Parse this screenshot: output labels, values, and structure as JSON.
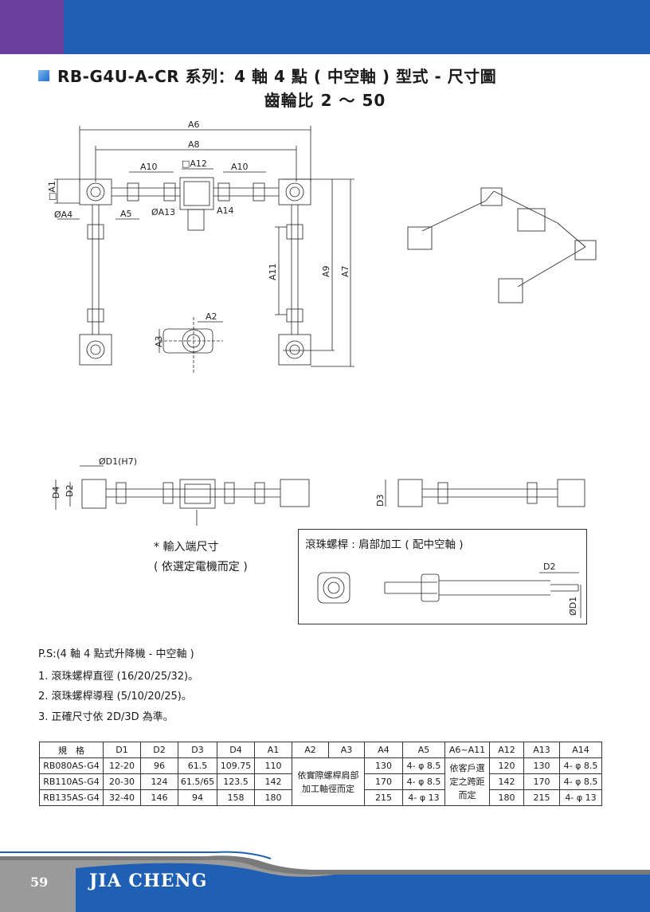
{
  "header": {
    "colors": {
      "blue": "#1f5fb4",
      "purple": "#6a3fa0"
    }
  },
  "title": "RB-G4U-A-CR 系列：4 軸 4 點 ( 中空軸 ) 型式 - 尺寸圖",
  "subtitle": "齒輪比 2 ～ 50",
  "top_dims": {
    "A6": "A6",
    "A8": "A8",
    "A10_left": "A10",
    "A12": "□A12",
    "A10_right": "A10",
    "A1": "□A1",
    "A4": "ØA4",
    "A5": "A5",
    "A13": "ØA13",
    "A14": "A14",
    "A11": "A11",
    "A9": "A9",
    "A7": "A7",
    "A2": "A2",
    "A3": "A3"
  },
  "side_dims": {
    "D1": "ØD1(H7)",
    "D4": "D4",
    "D2": "D2",
    "D3": "D3"
  },
  "input_note": {
    "line1": "* 輸入端尺寸",
    "line2": "( 依選定電機而定 )"
  },
  "ballscrew_box": {
    "title": "滾珠螺桿 : 肩部加工 ( 配中空軸 )",
    "D2": "D2",
    "D1": "ØD1"
  },
  "notes": {
    "ps": "P.S:(4 軸 4 點式升降機 - 中空軸 )",
    "items": [
      "1. 滾珠螺桿直徑 (16/20/25/32)。",
      "2. 滾珠螺桿導程 (5/10/20/25)。",
      "3. 正確尺寸依 2D/3D 為準。"
    ]
  },
  "table": {
    "headers": [
      "規　格",
      "D1",
      "D2",
      "D3",
      "D4",
      "A1",
      "A2",
      "A3",
      "A4",
      "A5",
      "A6~A11",
      "A12",
      "A13",
      "A14"
    ],
    "merged_a2_a3": "依實際螺桿肩部加工軸徑而定",
    "merged_a6_a11": "依客戶選定之跨距而定",
    "rows": [
      {
        "model": "RB080AS-G4",
        "D1": "12-20",
        "D2": "96",
        "D3": "61.5",
        "D4": "109.75",
        "A1": "110",
        "A4": "130",
        "A5": "4- φ 8.5",
        "A12": "120",
        "A13": "130",
        "A14": "4- φ 8.5"
      },
      {
        "model": "RB110AS-G4",
        "D1": "20-30",
        "D2": "124",
        "D3": "61.5/65",
        "D4": "123.5",
        "A1": "142",
        "A4": "170",
        "A5": "4- φ 8.5",
        "A12": "142",
        "A13": "170",
        "A14": "4- φ 8.5"
      },
      {
        "model": "RB135AS-G4",
        "D1": "32-40",
        "D2": "146",
        "D3": "94",
        "D4": "158",
        "A1": "180",
        "A4": "215",
        "A5": "4- φ 13",
        "A12": "180",
        "A13": "215",
        "A14": "4- φ 13"
      }
    ]
  },
  "footer": {
    "page": "59",
    "brand": "JIA CHENG",
    "colors": {
      "gray": "#7a7a7a",
      "blue": "#1f5fb4"
    }
  }
}
